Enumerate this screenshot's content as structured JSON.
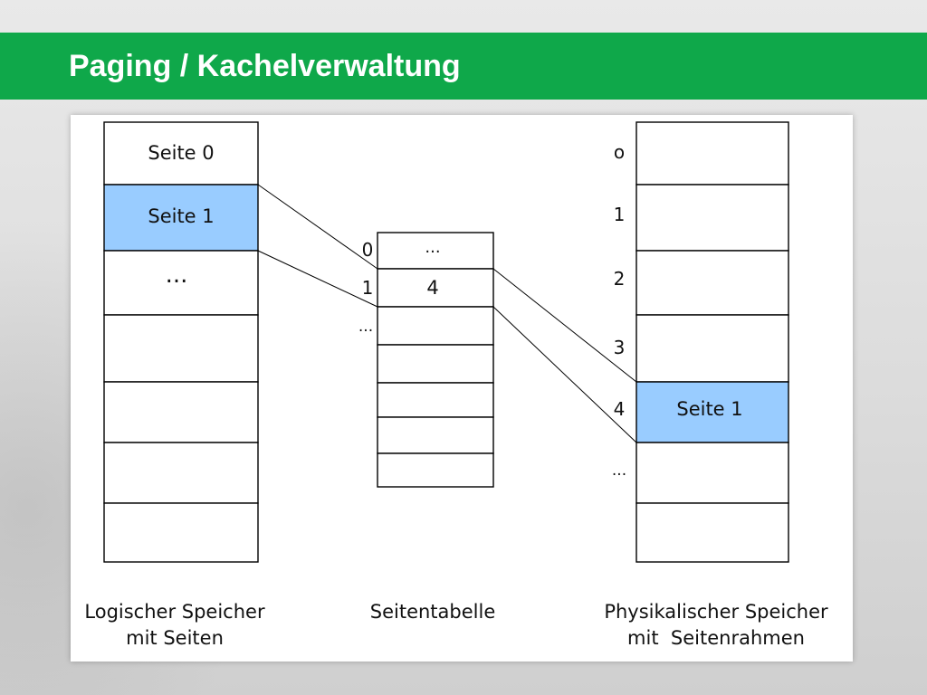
{
  "slide": {
    "title": "Paging / Kachelverwaltung"
  },
  "diagram": {
    "logical_memory": {
      "cells": [
        "Seite 0",
        "Seite 1",
        "...",
        "",
        "",
        "",
        ""
      ],
      "highlight_index": 1,
      "caption_line1": "Logischer Speicher",
      "caption_line2": "mit Seiten"
    },
    "page_table": {
      "row_labels": [
        "0",
        "1",
        "..."
      ],
      "cells": [
        "...",
        "4",
        "",
        "",
        "",
        "",
        ""
      ],
      "caption": "Seitentabelle"
    },
    "physical_memory": {
      "frame_labels": [
        "o",
        "1",
        "2",
        "3",
        "4",
        "..."
      ],
      "cells": [
        "",
        "",
        "",
        "",
        "Seite 1",
        "",
        ""
      ],
      "highlight_index": 4,
      "caption_line1": "Physikalischer Speicher",
      "caption_line2": "mit  Seitenrahmen"
    },
    "colors": {
      "highlight": "#99ccff",
      "title_bar": "#0fa84a"
    }
  }
}
